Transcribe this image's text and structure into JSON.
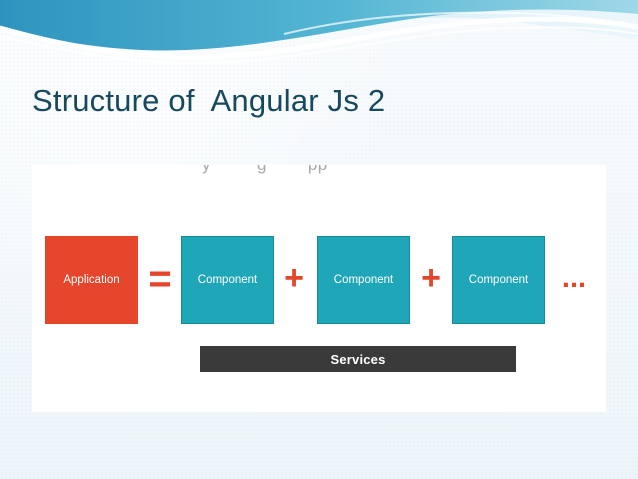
{
  "slide": {
    "title": "Structure of  Angular Js 2",
    "cut_caption": "y         g        pp",
    "diagram": {
      "application_label": "Application",
      "equals_sign": "=",
      "components": [
        {
          "label": "Component"
        },
        {
          "label": "Component"
        },
        {
          "label": "Component"
        }
      ],
      "plus_signs": [
        "+",
        "+"
      ],
      "ellipsis": "...",
      "services_label": "Services"
    }
  },
  "colors": {
    "title": "#17495c",
    "application": "#e4452b",
    "component": "#1fa6b8",
    "operator": "#e4452b",
    "services": "#3a3a3a",
    "panel": "#ffffff"
  }
}
